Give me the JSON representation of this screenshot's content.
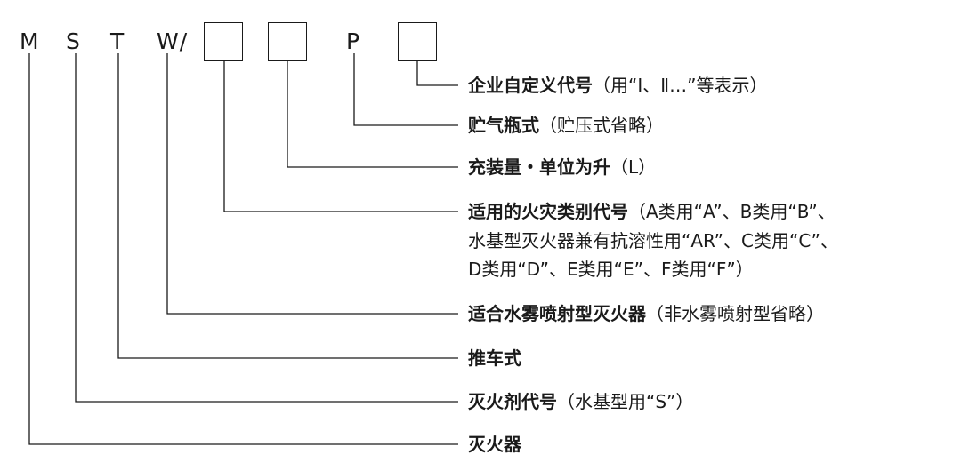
{
  "code": {
    "M": "M",
    "S": "S",
    "T": "T",
    "W": "W/",
    "P": "P"
  },
  "descriptions": {
    "custom_code": {
      "main": "企业自定义代号",
      "note": "（用“Ⅰ、Ⅱ…”等表示）"
    },
    "cartridge": {
      "main": "贮气瓶式",
      "note": "（贮压式省略）"
    },
    "capacity": {
      "main": "充装量・单位为升",
      "note": "（L）"
    },
    "fire_class": {
      "main": "适用的火灾类别代号",
      "note1": "（A类用“A”、B类用“B”、",
      "line2": "水基型灭火器兼有抗溶性用“AR”、C类用“C”、",
      "line3": "D类用“D”、E类用“E”、F类用“F”）"
    },
    "mist": {
      "main": "适合水雾喷射型灭火器",
      "note": "（非水雾喷射型省略）"
    },
    "wheeled": {
      "main": "推车式"
    },
    "agent": {
      "main": "灭火剂代号",
      "note": "（水基型用“S”）"
    },
    "extinguisher": {
      "main": "灭火器"
    }
  }
}
